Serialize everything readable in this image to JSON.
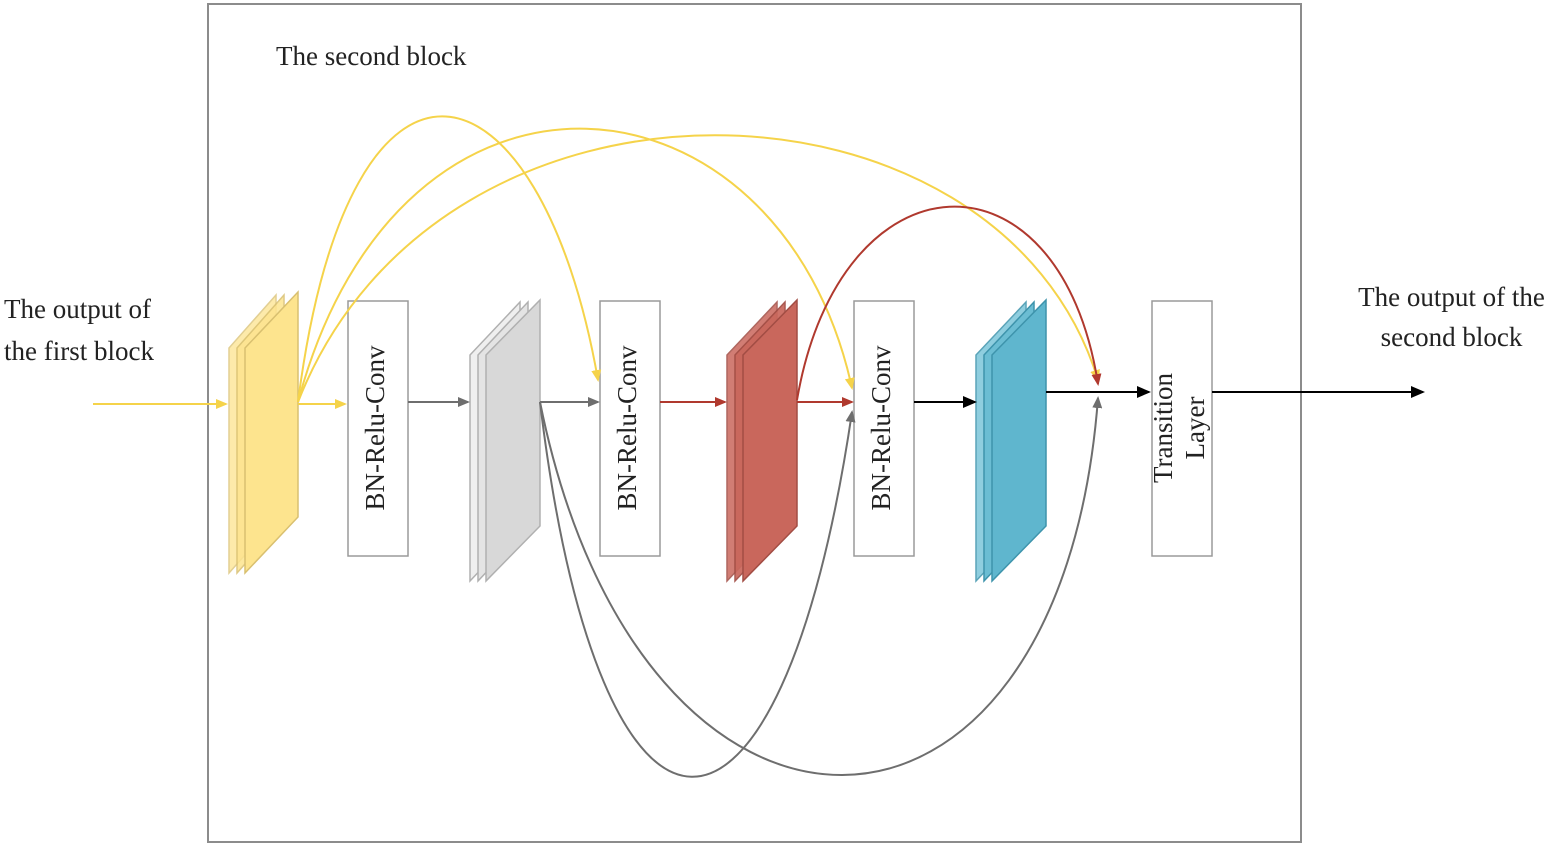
{
  "title": "The second block",
  "input_label": "The output of\nthe first block",
  "output_label": "The output of the\nsecond block",
  "op_boxes": [
    {
      "id": "op1",
      "label": "BN-Relu-Conv"
    },
    {
      "id": "op2",
      "label": "BN-Relu-Conv"
    },
    {
      "id": "op3",
      "label": "BN-Relu-Conv"
    }
  ],
  "transition": {
    "line1": "Transition",
    "line2": "Layer"
  },
  "feature_maps": [
    {
      "id": "fm-yellow",
      "color": "#FDE48E",
      "edge": "#D9C070"
    },
    {
      "id": "fm-gray",
      "color": "#D8D8D8",
      "edge": "#B0B0B0"
    },
    {
      "id": "fm-red",
      "color": "#C9675C",
      "edge": "#A24D44"
    },
    {
      "id": "fm-blue",
      "color": "#5FB6CE",
      "edge": "#3E94AC"
    }
  ],
  "colors": {
    "yellow_link": "#F5D34A",
    "gray_link": "#6E6E6E",
    "red_link": "#B0392E",
    "black_link": "#000000",
    "frame": "#8C8C8C"
  }
}
